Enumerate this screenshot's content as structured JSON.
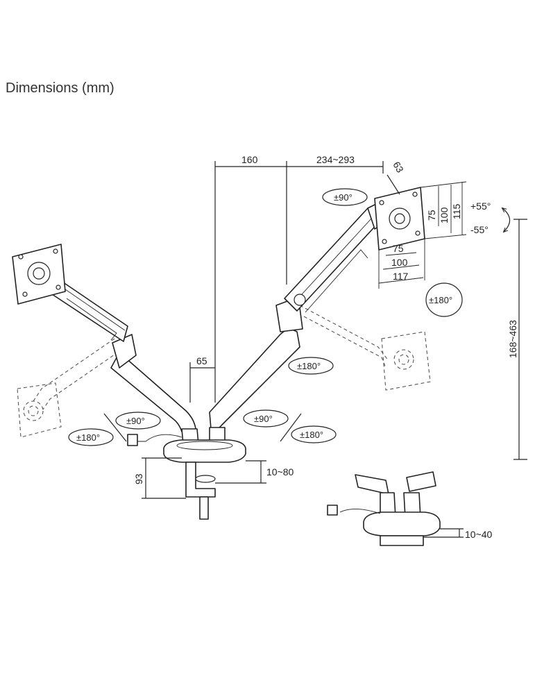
{
  "title": "Dimensions (mm)",
  "dimensions": {
    "top_left": "160",
    "top_right": "234~293",
    "tilt_offset": "63",
    "vesa_v_75": "75",
    "vesa_v_100": "100",
    "vesa_v_115": "115",
    "vesa_h_75": "75",
    "vesa_h_100": "100",
    "vesa_h_117": "117",
    "tilt_up": "+55°",
    "tilt_down": "-55°",
    "height_range": "168~463",
    "arm_offset": "65",
    "base_height": "93",
    "clamp_range": "10~80",
    "grommet_range": "10~40"
  },
  "rotations": {
    "top_pivot": "±90°",
    "right_swivel": "±180°",
    "center_right": "±180°",
    "left_upper": "±90°",
    "left_lower": "±180°",
    "right_upper": "±90°",
    "right_lower": "±180°"
  },
  "colors": {
    "line": "#222222",
    "ghost": "#555555",
    "text": "#333333"
  }
}
